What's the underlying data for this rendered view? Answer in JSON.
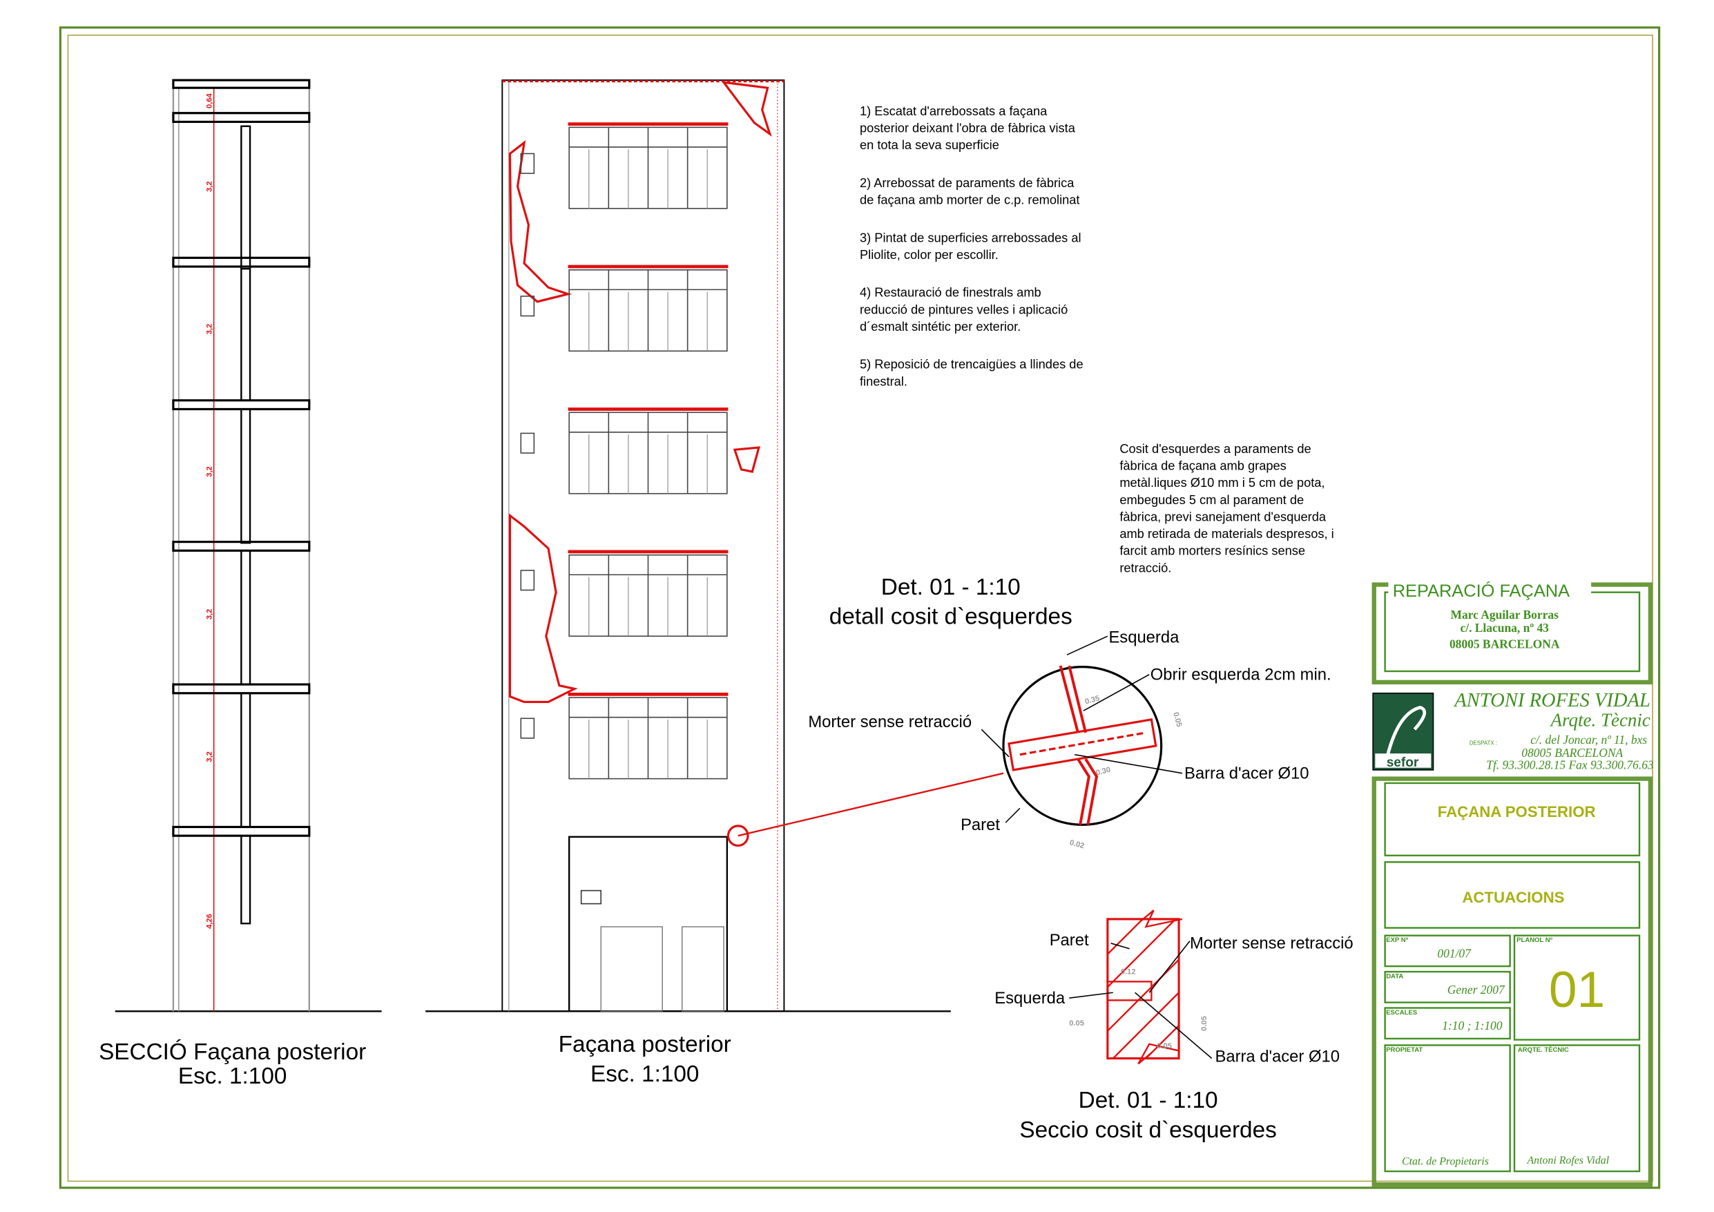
{
  "notes": [
    [
      "1) Escatat d'arrebossats a façana",
      "posterior deixant l'obra de fàbrica vista",
      "en tota la seva superficie"
    ],
    [
      "2) Arrebossat de paraments de fàbrica",
      "de façana amb morter de c.p. remolinat"
    ],
    [
      "3) Pintat de superficies arrebossades al",
      "Pliolite, color per escollir."
    ],
    [
      "4) Restauració de finestrals amb",
      "reducció de pintures velles i aplicació",
      "d´esmalt sintétic per exterior."
    ],
    [
      "5) Reposició de trencaigües a llindes de",
      "finestral."
    ]
  ],
  "cosit_note": [
    "Cosit d'esquerdes a paraments de",
    "fàbrica de façana amb grapes",
    "metàl.liques Ø10 mm i 5 cm de pota,",
    "embegudes 5 cm al parament de",
    "fàbrica, previ sanejament d'esquerda",
    "amb retirada de materials despresos, i",
    "farcit amb morters resínics sense",
    "retracció."
  ],
  "section": {
    "title": "SECCIÓ Façana posterior",
    "scale": "Esc. 1:100",
    "dims": [
      "0,64",
      "3,2",
      "3,2",
      "3,2",
      "3,2",
      "3,2",
      "4,26"
    ]
  },
  "facade": {
    "title": "Façana posterior",
    "scale": "Esc.  1:100"
  },
  "detail_plan": {
    "title": "Det. 01  -  1:10",
    "subtitle": "detall cosit d`esquerdes",
    "labels": {
      "esquerda": "Esquerda",
      "obrir": "Obrir esquerda 2cm min.",
      "morter": "Morter sense retracció",
      "barra": "Barra d'acer Ø10",
      "paret": "Paret"
    },
    "dims": {
      "d035": "0.35",
      "d005": "0.05",
      "d030": "0.30",
      "d002": "0.02"
    }
  },
  "detail_section": {
    "title": "Det. 01  -  1:10",
    "subtitle": "Seccio cosit d`esquerdes",
    "labels": {
      "paret": "Paret",
      "morter": "Morter sense retracció",
      "esquerda": "Esquerda",
      "barra": "Barra d'acer Ø10"
    },
    "dims": {
      "d012": "0.12",
      "d005a": "0.05",
      "d005b": "0.05",
      "d005c": "0.05"
    }
  },
  "title_block": {
    "project": "REPARACIÓ FAÇANA",
    "client": [
      "Marc Aguilar Borras",
      "c/. Llacuna, nº 43",
      "08005  BARCELONA"
    ],
    "logo_text": "sefor",
    "architect": "ANTONI ROFES VIDAL",
    "architect_role": "Arqte. Tècnic",
    "despatx_label": "DESPATX :",
    "address": "c/. del Joncar, nº 11, bxs",
    "city": "08005 BARCELONA",
    "phones": "Tf.  93.300.28.15   Fax  93.300.76.63",
    "sheet_title": "FAÇANA POSTERIOR",
    "sheet_subtitle": "ACTUACIONS",
    "exp_label": "EXP Nº",
    "exp_value": "001/07",
    "date_label": "DATA",
    "date_value": "Gener 2007",
    "scale_label": "ESCALES",
    "scale_value": "1:10 ; 1:100",
    "plan_label": "PLANOL Nº",
    "plan_value": "01",
    "owner_label": "PROPIETAT",
    "owner_value": "Ctat. de Propietaris",
    "arch_label": "ARQTE. TÈCNIC",
    "arch_value": "Antoni Rofes Vidal"
  },
  "colors": {
    "border": "#5a8a2a",
    "red": "#e01010",
    "green": "#3f8f1e",
    "olive": "#a8b012"
  }
}
